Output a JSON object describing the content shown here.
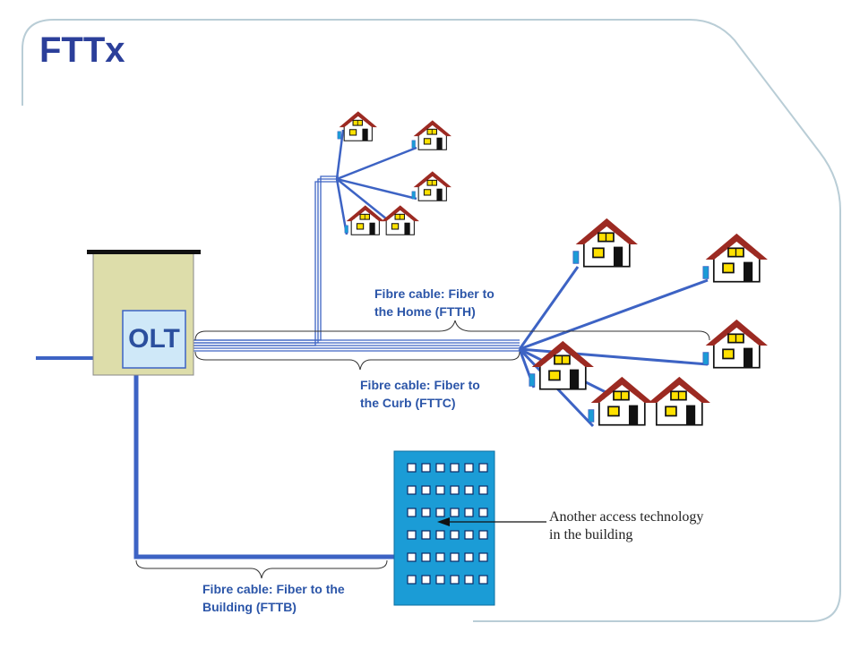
{
  "title": "FTTx",
  "olt": {
    "label": "OLT"
  },
  "captions": {
    "ftth": [
      "Fibre cable: Fiber to",
      "the Home (FTTH)"
    ],
    "fttc": [
      "Fibre cable: Fiber to",
      "the Curb (FTTC)"
    ],
    "fttb": [
      "Fibre cable: Fiber to the",
      "Building (FTTB)"
    ]
  },
  "note": [
    "Another access technology",
    "in the building"
  ],
  "colors": {
    "title": "#2b3f9a",
    "cable": "#3d63c4",
    "roof": "#9c2a22",
    "building": "#1b9cd6",
    "olt_box": "#cfe8f8",
    "cabinet": "#ddddaa"
  }
}
